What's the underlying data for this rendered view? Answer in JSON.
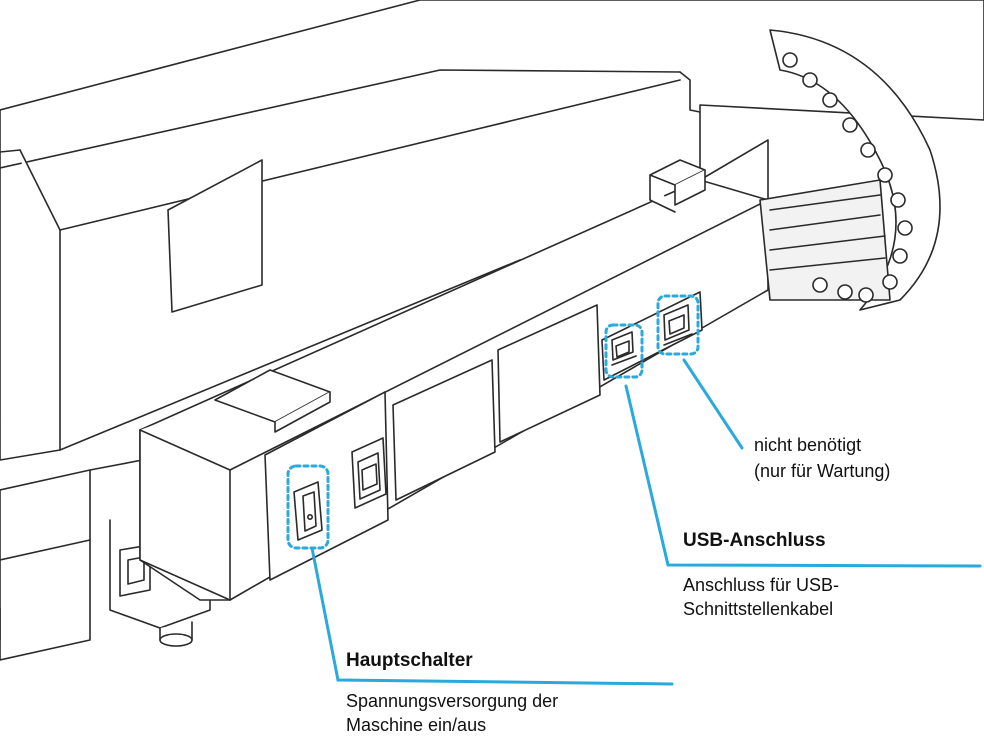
{
  "colors": {
    "outline": "#2a2a2a",
    "body_fill": "#ffffff",
    "shade_fill": "#f2f2f2",
    "callout": "#29a9dc"
  },
  "callouts": {
    "main_switch": {
      "title": "Hauptschalter",
      "line1": "Spannungsversorgung der",
      "line2": "Maschine ein/aus"
    },
    "usb_port": {
      "title": "USB-Anschluss",
      "line1": "Anschluss für USB-",
      "line2": "Schnittstellenkabel"
    },
    "maintenance_port": {
      "line1": "nicht benötigt",
      "line2": "(nur für Wartung)"
    }
  }
}
